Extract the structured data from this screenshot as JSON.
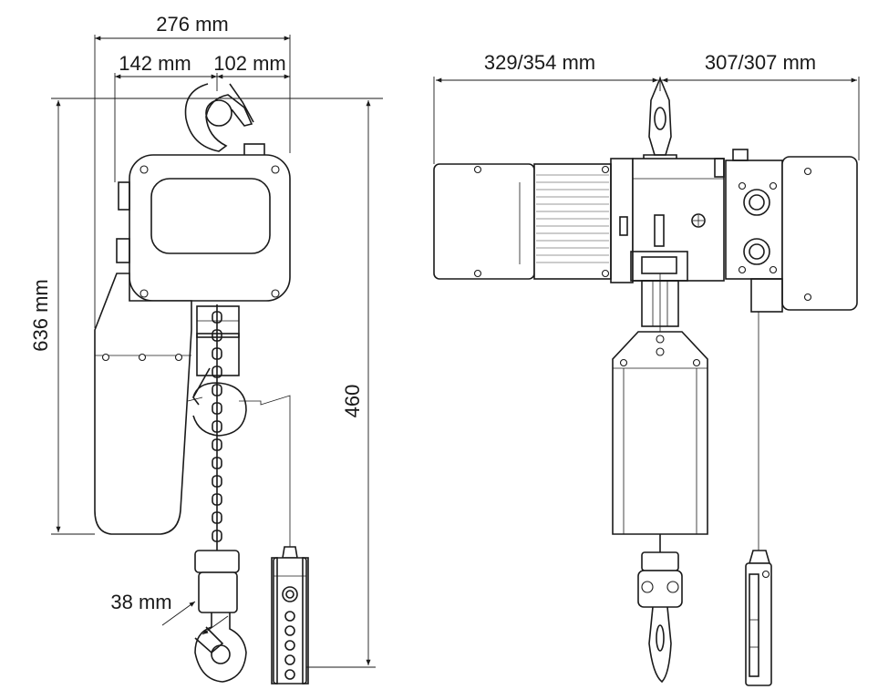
{
  "dimensions": {
    "overall_width": "276 mm",
    "left_offset": "142 mm",
    "right_offset": "102 mm",
    "overall_height": "636 mm",
    "hook_travel": "460",
    "hook_throat": "38 mm",
    "motor_side": "329/354 mm",
    "gear_side": "307/307 mm"
  },
  "colors": {
    "line": "#1a1a1a",
    "background": "#ffffff"
  }
}
